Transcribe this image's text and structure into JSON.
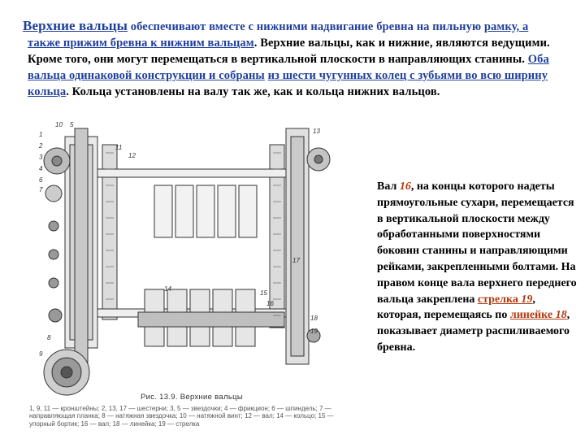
{
  "intro": {
    "lead": "Верхние вальцы",
    "p1": " обеспечивают вместе с нижними надвигание бревна на пильную ",
    "p2": "рамку, а также прижим бревна к нижним вальцам",
    "p3": ". Верхние вальцы, как и нижние, являются ведущими. Кроме того, они могут перемещаться в вертикальной плоскости в направляющих станины. ",
    "p4": "Оба вальца одинаковой конструкции и собраны",
    "p5": " ",
    "p6": "из шести чугунных колец с зубьями во всю ширину кольца",
    "p7": ". Кольца установлены на валу так же, как и кольца нижних вальцов."
  },
  "side": {
    "s1": "Вал ",
    "n1": "16",
    "s2": ", на концы которого надеты прямоугольные сухари, перемещается в вертикальной плоскости между обработанными поверхностями боковин станины и направляющими рейками, закрепленными болтами. На правом конце вала верхнего переднего вальца закреплена ",
    "r1": "стрелка ",
    "n2": "19",
    "s3": ", которая, перемещаясь по ",
    "r2": "линейке ",
    "n3": "18",
    "s4": ", показывает диаметр распиливаемого бревна."
  },
  "figure": {
    "caption_title": "Рис. 13.9. Верхние вальцы",
    "caption_text": "1, 9, 11 — кронштейны; 2, 13, 17 — шестерни; 3, 5 — звездочки; 4 — фрикцион; 6 — шпиндель; 7 — направляющая планка; 8 — натяжная звездочка; 10 — натяжной винт; 12 — вал; 14 — кольцо; 15 — упорный бортик; 16 — вал; 18 — линейка; 19 — стрелка",
    "labels": [
      "10",
      "5",
      "1",
      "2",
      "3",
      "4",
      "6",
      "7",
      "8",
      "9",
      "11",
      "12",
      "13",
      "14",
      "15",
      "16",
      "17",
      "18",
      "19"
    ]
  }
}
